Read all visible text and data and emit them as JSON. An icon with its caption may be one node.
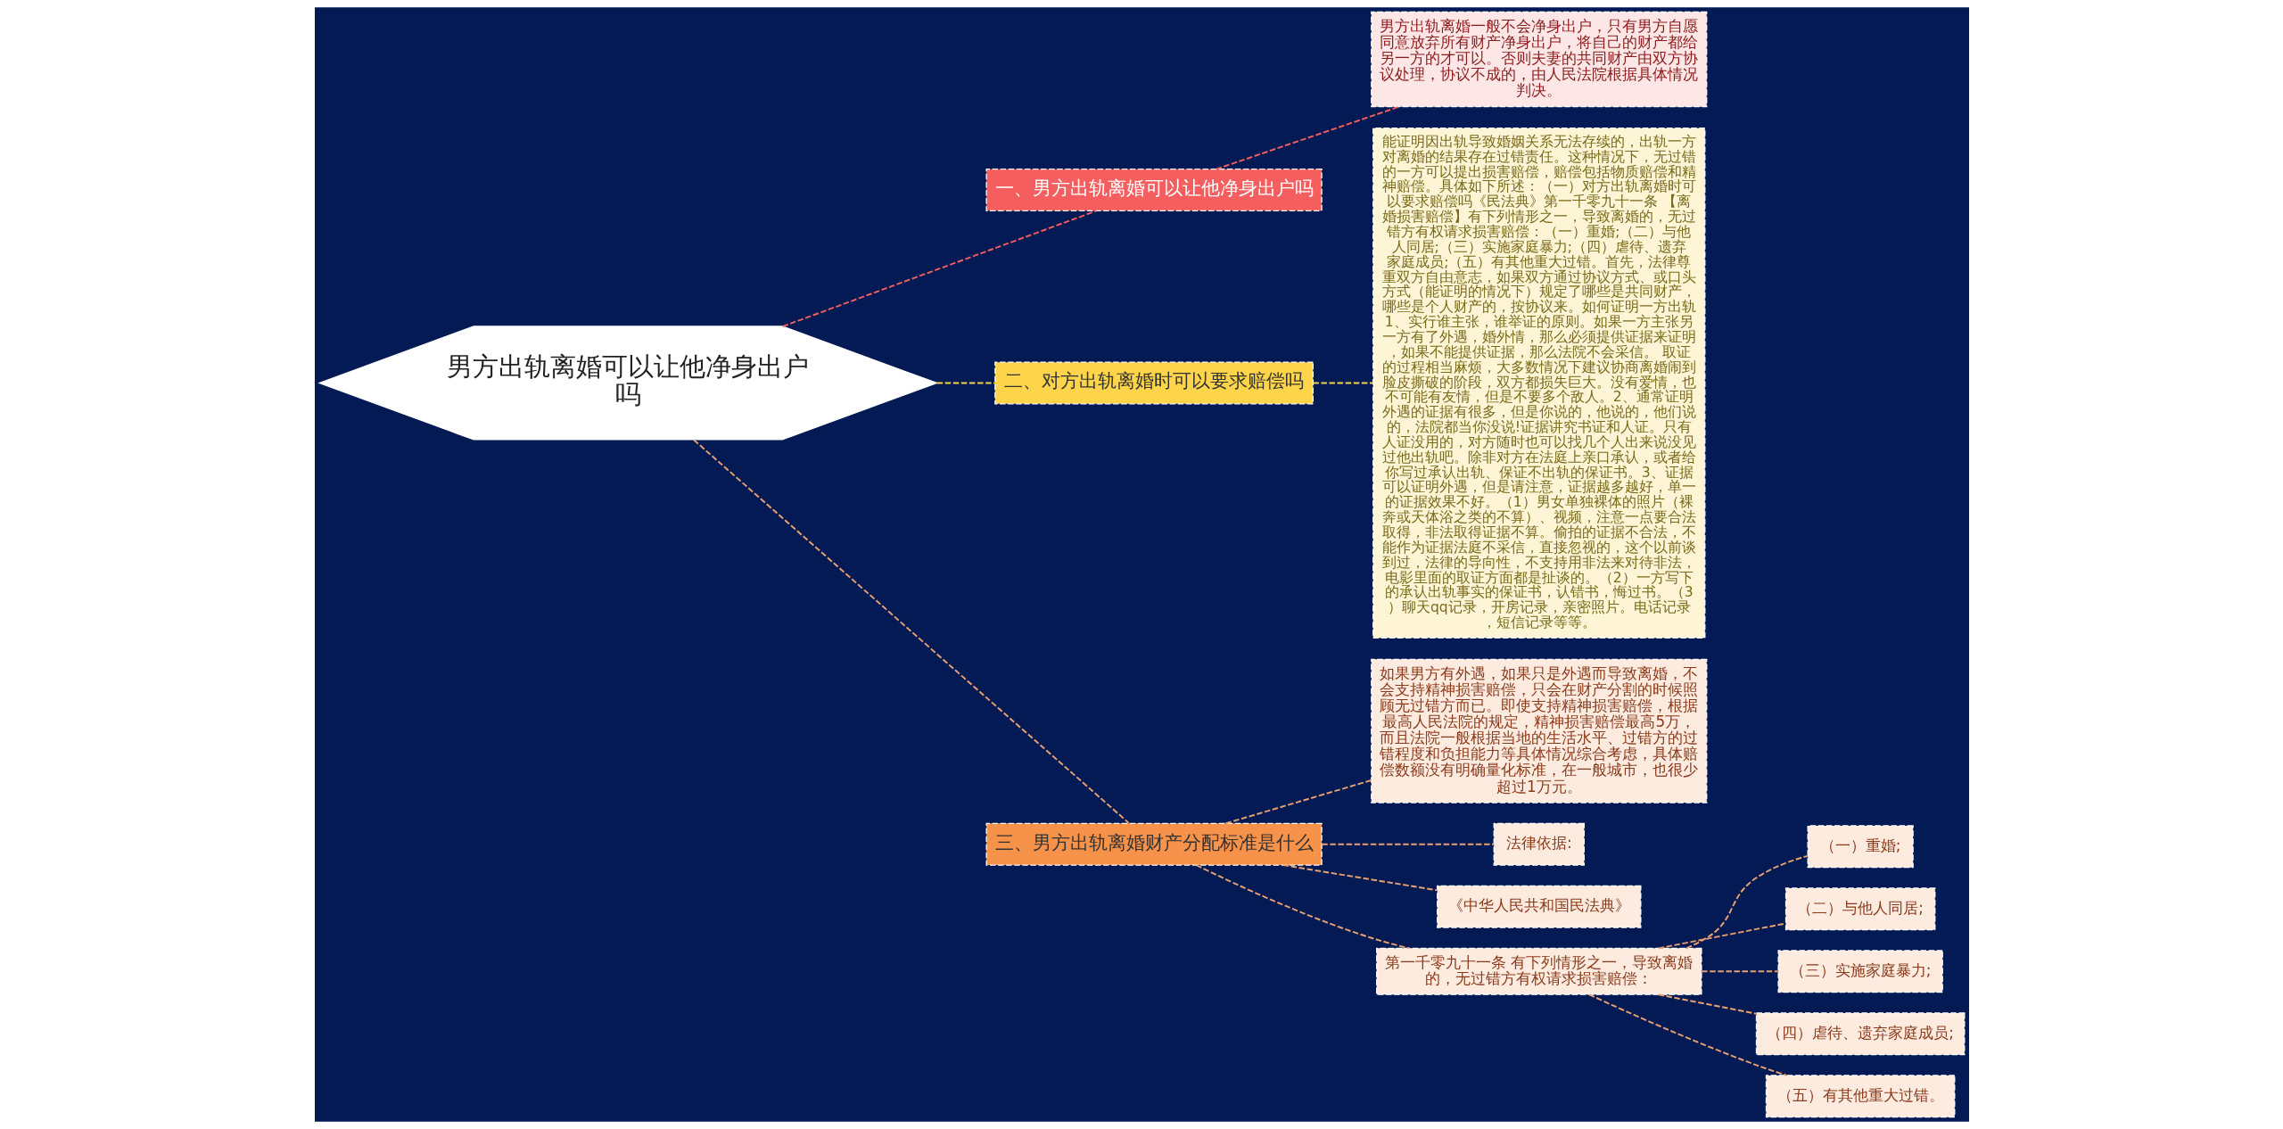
{
  "diagram": {
    "nodes": [
      {
        "text": [
          "男方出轨离婚可以让他净身出户吗"
        ]
      },
      {
        "text": [
          "一、男方出轨离婚可以让他净身出户吗"
        ]
      },
      {
        "text": [
          "男方出轨离婚一般不会净身出户，只有男方自愿同意放弃所有财产净身出户，将自己的财产都给另一方的才可以。否则夫妻的共同财产由双方协议处理，协议不成的，由人民法院根据具体情况判决。"
        ]
      },
      {
        "text": [
          "二、对方出轨离婚时可以要求赔偿吗"
        ]
      },
      {
        "text": [
          "能证明因出轨导致婚姻关系无法存续的，出轨一方对离婚的结果存在过错责任。这种情况下，无过错的一方可以提出损害赔偿，赔偿包括物质赔偿和精神赔偿。具体如下所述：（一）对方出轨离婚时可以要求赔偿吗《民法典》第一千零九十一条 【离婚损害赔偿】有下列情形之一，导致离婚的，无过错方有权请求损害赔偿：（一）重婚;（二）与他人同居;（三）实施家庭暴力;（四）虐待、遗弃家庭成员;（五）有其他重大过错。首先，法律尊重双方自由意志，如果双方通过协议方式、或口头方式（能证明的情况下）规定了哪些是共同财产，哪些是个人财产的，按协议来。如何证明一方出轨1、实行谁主张，谁举证的原则。如果一方主张另一方有了外遇，婚外情，那么必须提供证据来证明，如果不能提供证据，那么法院不会采信。 取证的过程相当麻烦，大多数情况下建议协商离婚闹到脸皮撕破的阶段，双方都损失巨大。没有爱情，也不可能有友情，但是不要多个敌人。2、通常证明外遇的证据有很多，但是你说的，他说的，他们说的，法院都当你没说!证据讲究书证和人证。只有人证没用的，对方随时也可以找几个人出来说没见过他出轨吧。除非对方在法庭上亲口承认，或者给你写过承认出轨、保证不出轨的保证书。3、证据可以证明外遇，但是请注意，证据越多越好，单一的证据效果不好。（1）男女单独裸体的照片（裸奔或天体浴之类的不算）、视频，注意一点要合法取得，非法取得证据不算。偷拍的证据不合法，不能作为证据法庭不采信，直接忽视的，这个以前谈到过，法律的导向性，不支持用非法来对待非法，电影里面的取证方面都是扯谈的。（2）一方写下的承认出轨事实的保证书，认错书，悔过书。（3）聊天qq记录，开房记录，亲密照片。电话记录，短信记录等等。"
        ]
      },
      {
        "text": [
          "三、男方出轨离婚财产分配标准是什么"
        ]
      },
      {
        "text": [
          "如果男方有外遇，如果只是外遇而导致离婚，不会支持精神损害赔偿，只会在财产分割的时候照顾无过错方而已。即使支持精神损害赔偿，根据最高人民法院的规定，精神损害赔偿最高5万，而且法院一般根据当地的生活水平、过错方的过错程度和负担能力等具体情况综合考虑，具体赔偿数额没有明确量化标准，在一般城市，也很少超过1万元。"
        ]
      },
      {
        "text": [
          "法律依据:"
        ]
      },
      {
        "text": [
          "《中华人民共和国民法典》"
        ]
      },
      {
        "text": [
          "第一千零九十一条 有下列情形之一，导致离婚的，无过错方有权请求损害赔偿："
        ]
      },
      {
        "text": [
          "（一）重婚;"
        ]
      },
      {
        "text": [
          "（二）与他人同居;"
        ]
      },
      {
        "text": [
          "（三）实施家庭暴力;"
        ]
      },
      {
        "text": [
          "（四）虐待、遗弃家庭成员;"
        ]
      },
      {
        "text": [
          "（五）有其他重大过错。"
        ]
      }
    ],
    "edges": [
      {
        "from": 0,
        "to": 1,
        "arrow": "none",
        "style": "dashed",
        "color": "#f45e5e"
      },
      {
        "from": 1,
        "to": 2,
        "arrow": "none",
        "style": "dashed",
        "color": "#f45e5e"
      },
      {
        "from": 0,
        "to": 3,
        "arrow": "none",
        "style": "dashed",
        "color": "#f5d24a"
      },
      {
        "from": 3,
        "to": 4,
        "arrow": "none",
        "style": "dashed",
        "color": "#f5d24a"
      },
      {
        "from": 0,
        "to": 5,
        "arrow": "none",
        "style": "dashed"
      },
      {
        "from": 5,
        "to": 6,
        "arrow": "none",
        "style": "dashed"
      },
      {
        "from": 5,
        "to": 7,
        "arrow": "none",
        "style": "dashed"
      },
      {
        "from": 5,
        "to": 8,
        "arrow": "none",
        "style": "dashed"
      },
      {
        "from": 5,
        "to": 9,
        "arrow": "none",
        "style": "dashed"
      },
      {
        "from": 9,
        "to": 10,
        "arrow": "none",
        "style": "dashed"
      },
      {
        "from": 9,
        "to": 11,
        "arrow": "none",
        "style": "dashed"
      },
      {
        "from": 9,
        "to": 12,
        "arrow": "none",
        "style": "dashed"
      },
      {
        "from": 9,
        "to": 13,
        "arrow": "none",
        "style": "dashed"
      },
      {
        "from": 9,
        "to": 14,
        "arrow": "none",
        "style": "dashed"
      }
    ]
  }
}
